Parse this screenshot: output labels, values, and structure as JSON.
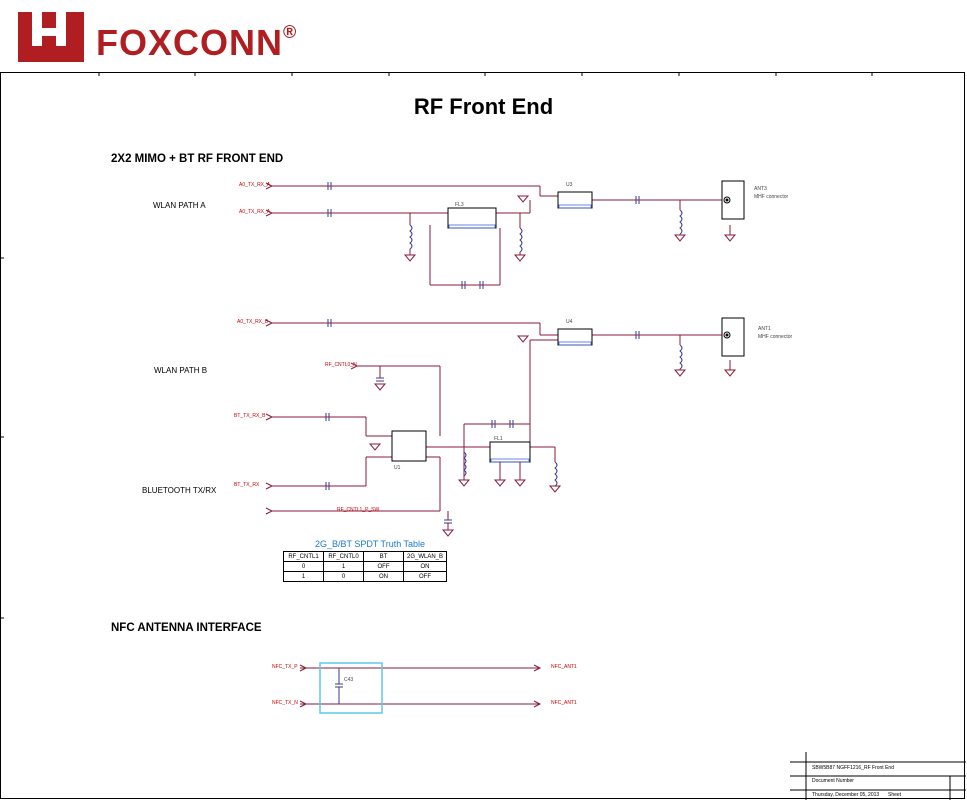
{
  "logo": {
    "text": "FOXCONN",
    "brand_color": "#b01e22"
  },
  "title": "RF Front End",
  "sections": {
    "mimo": "2X2 MIMO + BT RF FRONT END",
    "nfc": "NFC ANTENNA INTERFACE"
  },
  "labels": {
    "path_a": "WLAN PATH A",
    "path_b": "WLAN PATH B",
    "bt": "BLUETOOTH TX/RX"
  },
  "nets": {
    "a_tx": "A0_TX_RX_A",
    "a_rx": "A0_TX_RX_A",
    "b_tx": "A0_TX_RX_B",
    "bt_rx": "BT_TX_RX_B",
    "bt_tx": "BT_TX_RX",
    "rf_cntl_0": "RF_CNTL0_N",
    "rf_cntl_1": "RF_CNTL1_P_SW",
    "nfc_p": "NFC_TX_P",
    "nfc_n": "NFC_TX_N",
    "nfc_ant_p": "NFC_ANT1",
    "nfc_ant_n": "NFC_ANT1"
  },
  "parts": {
    "ant_a": "ANT3",
    "ant_a_desc": "MHF connector",
    "ant_b": "ANT1",
    "ant_b_desc": "MHF connector",
    "u_a": "U3",
    "u_b": "U4",
    "u_sw": "U1",
    "fl_a": "FL3",
    "fl_b": "FL1",
    "c_nfc": "C43"
  },
  "truth_table": {
    "title": "2G_B/BT SPDT Truth Table",
    "headers": [
      "RF_CNTL1",
      "RF_CNTL0",
      "BT",
      "2G_WLAN_B"
    ],
    "rows": [
      [
        "0",
        "1",
        "OFF",
        "ON"
      ],
      [
        "1",
        "0",
        "ON",
        "OFF"
      ]
    ]
  },
  "title_block": {
    "doc": "SBW5B87 NGFF1216_RF Front End",
    "size": "Document Number",
    "date": "Thursday, December 05, 2013",
    "sheet": "Sheet"
  },
  "colors": {
    "wire": "#8b1a3a",
    "net_label": "#cc0000",
    "highlight": "#5dc8e8",
    "table_title": "#1a7bd0"
  }
}
